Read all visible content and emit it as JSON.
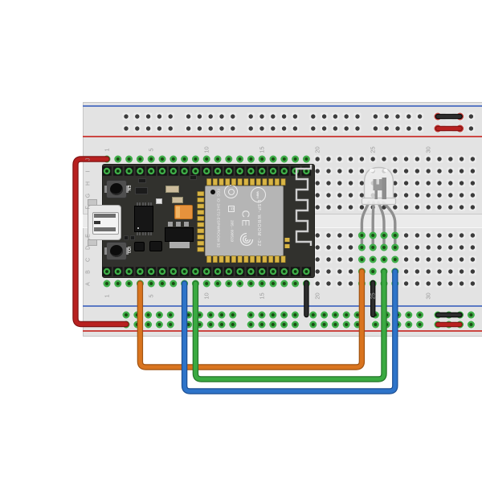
{
  "breadboard": {
    "column_labels": [
      "1",
      "5",
      "10",
      "15",
      "20",
      "25",
      "30"
    ],
    "row_letters_top": [
      "J",
      "I",
      "H",
      "G",
      "F"
    ],
    "row_letters_bottom": [
      "E",
      "D",
      "C",
      "B",
      "A"
    ],
    "body_color": "#e3e3e3",
    "rail_blue_line": "#5b79c4",
    "rail_red_line": "#cc4743",
    "hole_color": "#3b3b3b",
    "connected_ring_color": "#3fae49",
    "unconnected_ring_color": "#c23a35"
  },
  "esp32": {
    "en_button_label": "EN",
    "boot_button_label": "IO0",
    "pcb_color": "#31312d",
    "shield_color": "#b5b5b5",
    "module": {
      "fcc_text": "FCC ID 2AC72-ESPWROOM 32",
      "reg_text": "R",
      "serial_text": "205 - 090519",
      "wifi_text": "WiFi",
      "ce_text": "CE",
      "model_text": "ESP- WROOM -32"
    }
  },
  "led": {
    "kind": "rgb-led",
    "body_color": "#ededed",
    "leg_color": "#8f8f8f",
    "leg_count": 4
  },
  "wires": [
    {
      "id": "red-power-wire",
      "color": "#b82120",
      "outline": "#801313"
    },
    {
      "id": "orange-wire",
      "color": "#d9741f",
      "outline": "#a05312"
    },
    {
      "id": "green-wire",
      "color": "#3aaa41",
      "outline": "#247429"
    },
    {
      "id": "blue-wire",
      "color": "#2e74c9",
      "outline": "#1d4f93"
    },
    {
      "id": "black-jumper-left",
      "color": "#2d2d2d",
      "outline": "#080808"
    },
    {
      "id": "black-jumper-led",
      "color": "#2d2d2d",
      "outline": "#080808"
    },
    {
      "id": "top-rail-black-bridge",
      "color": "#2d2d2d",
      "outline": "#080808"
    },
    {
      "id": "top-rail-red-bridge",
      "color": "#b82120",
      "outline": "#801313"
    },
    {
      "id": "bottom-rail-black-bridge",
      "color": "#2d2d2d",
      "outline": "#080808"
    },
    {
      "id": "bottom-rail-red-bridge",
      "color": "#b82120",
      "outline": "#801313"
    }
  ]
}
